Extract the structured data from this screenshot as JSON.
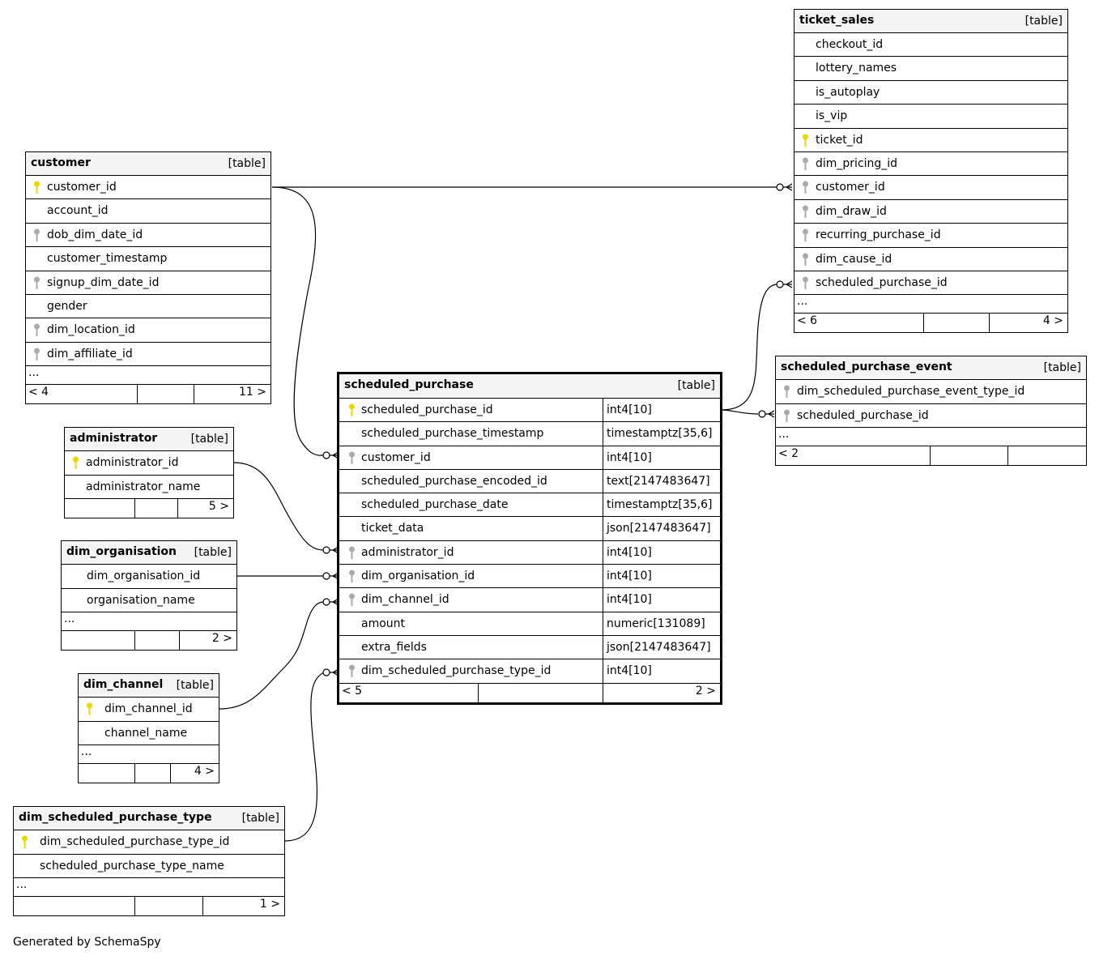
{
  "footer_text": "Generated by SchemaSpy",
  "tables": {
    "ticket_sales": {
      "name": "ticket_sales",
      "kind": "[table]",
      "columns": [
        "checkout_id",
        "lottery_names",
        "is_autoplay",
        "is_vip",
        "ticket_id",
        "dim_pricing_id",
        "customer_id",
        "dim_draw_id",
        "recurring_purchase_id",
        "dim_cause_id",
        "scheduled_purchase_id"
      ],
      "ellipsis": "...",
      "parents_count": "< 6",
      "children_count": "4 >"
    },
    "customer": {
      "name": "customer",
      "kind": "[table]",
      "columns": [
        "customer_id",
        "account_id",
        "dob_dim_date_id",
        "customer_timestamp",
        "signup_dim_date_id",
        "gender",
        "dim_location_id",
        "dim_affiliate_id"
      ],
      "ellipsis": "...",
      "parents_count": "< 4",
      "children_count": "11 >"
    },
    "administrator": {
      "name": "administrator",
      "kind": "[table]",
      "columns": [
        "administrator_id",
        "administrator_name"
      ],
      "children_count": "5 >"
    },
    "dim_organisation": {
      "name": "dim_organisation",
      "kind": "[table]",
      "columns": [
        "dim_organisation_id",
        "organisation_name"
      ],
      "ellipsis": "...",
      "children_count": "2 >"
    },
    "dim_channel": {
      "name": "dim_channel",
      "kind": "[table]",
      "columns": [
        "dim_channel_id",
        "channel_name"
      ],
      "ellipsis": "...",
      "children_count": "4 >"
    },
    "dim_scheduled_purchase_type": {
      "name": "dim_scheduled_purchase_type",
      "kind": "[table]",
      "columns": [
        "dim_scheduled_purchase_type_id",
        "scheduled_purchase_type_name"
      ],
      "ellipsis": "...",
      "children_count": "1 >"
    },
    "scheduled_purchase": {
      "name": "scheduled_purchase",
      "kind": "[table]",
      "columns": [
        {
          "name": "scheduled_purchase_id",
          "type": "int4[10]"
        },
        {
          "name": "scheduled_purchase_timestamp",
          "type": "timestamptz[35,6]"
        },
        {
          "name": "customer_id",
          "type": "int4[10]"
        },
        {
          "name": "scheduled_purchase_encoded_id",
          "type": "text[2147483647]"
        },
        {
          "name": "scheduled_purchase_date",
          "type": "timestamptz[35,6]"
        },
        {
          "name": "ticket_data",
          "type": "json[2147483647]"
        },
        {
          "name": "administrator_id",
          "type": "int4[10]"
        },
        {
          "name": "dim_organisation_id",
          "type": "int4[10]"
        },
        {
          "name": "dim_channel_id",
          "type": "int4[10]"
        },
        {
          "name": "amount",
          "type": "numeric[131089]"
        },
        {
          "name": "extra_fields",
          "type": "json[2147483647]"
        },
        {
          "name": "dim_scheduled_purchase_type_id",
          "type": "int4[10]"
        }
      ],
      "parents_count": "< 5",
      "children_count": "2 >"
    },
    "scheduled_purchase_event": {
      "name": "scheduled_purchase_event",
      "kind": "[table]",
      "columns": [
        "dim_scheduled_purchase_event_type_id",
        "scheduled_purchase_id"
      ],
      "ellipsis": "...",
      "parents_count": "< 2"
    }
  },
  "relationships": [
    {
      "from": "customer.customer_id",
      "to": "ticket_sales.customer_id"
    },
    {
      "from": "customer.customer_id",
      "to": "scheduled_purchase.customer_id"
    },
    {
      "from": "administrator.administrator_id",
      "to": "scheduled_purchase.administrator_id"
    },
    {
      "from": "dim_organisation.dim_organisation_id",
      "to": "scheduled_purchase.dim_organisation_id"
    },
    {
      "from": "dim_channel.dim_channel_id",
      "to": "scheduled_purchase.dim_channel_id"
    },
    {
      "from": "dim_scheduled_purchase_type.dim_scheduled_purchase_type_id",
      "to": "scheduled_purchase.dim_scheduled_purchase_type_id"
    },
    {
      "from": "scheduled_purchase.scheduled_purchase_id",
      "to": "ticket_sales.scheduled_purchase_id"
    },
    {
      "from": "scheduled_purchase.scheduled_purchase_id",
      "to": "scheduled_purchase_event.scheduled_purchase_id"
    }
  ]
}
